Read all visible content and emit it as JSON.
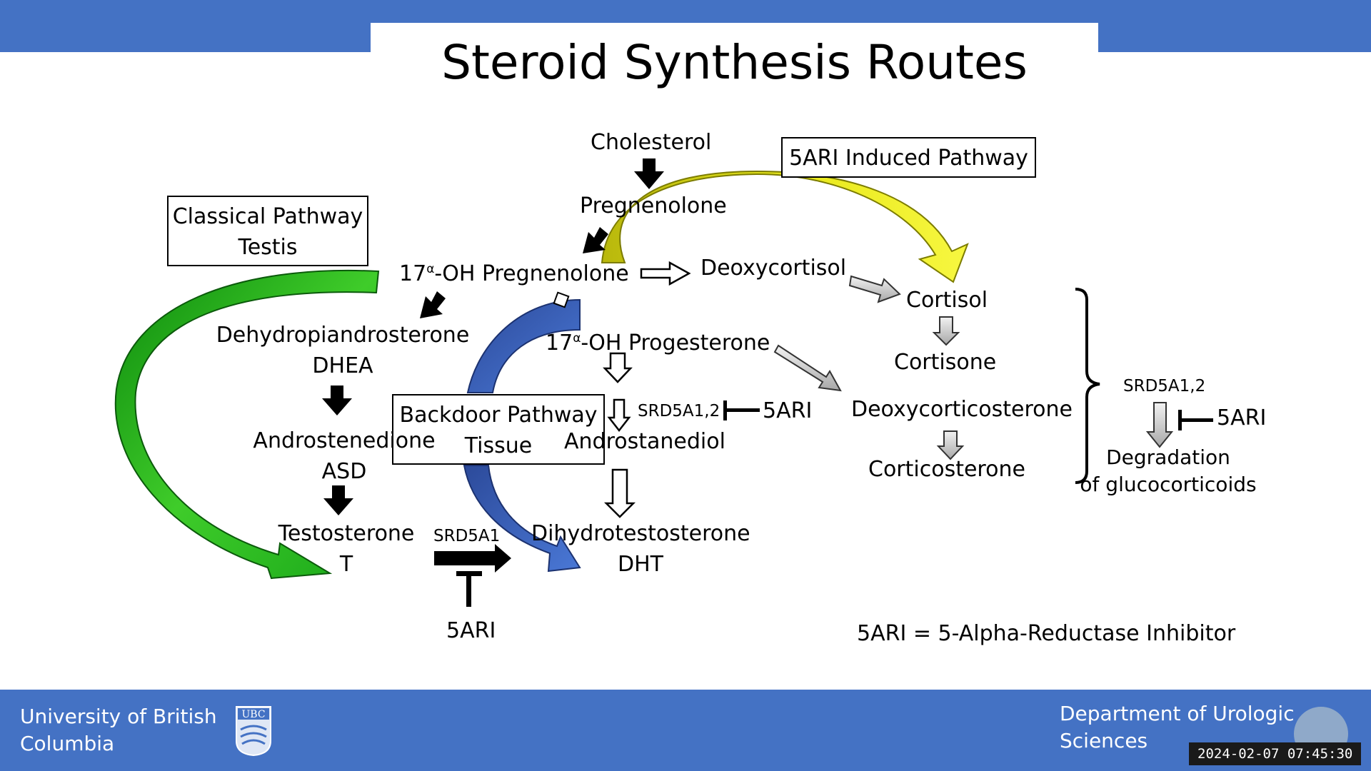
{
  "title": "Steroid Synthesis Routes",
  "boxes": {
    "classical_line1": "Classical Pathway",
    "classical_line2": "Testis",
    "backdoor_line1": "Backdoor Pathway",
    "backdoor_line2": "Tissue",
    "fiveari_induced": "5ARI Induced Pathway"
  },
  "compounds": {
    "cholesterol": "Cholesterol",
    "pregnenolone": "Pregnenolone",
    "oh17_pregnenolone_prefix": "17",
    "oh17_alpha": "α",
    "oh17_pregnenolone_suffix": "-OH Pregnenolone",
    "deoxycortisol": "Deoxycortisol",
    "cortisol": "Cortisol",
    "cortisone": "Cortisone",
    "dhea_line1": "Dehydropiandrosterone",
    "dhea_line2": "DHEA",
    "oh17_progesterone_suffix": "-OH Progesterone",
    "androstenedione_line1": "Androstenedione",
    "androstenedione_line2": "ASD",
    "androstanediol": "Androstanediol",
    "deoxycorticosterone": "Deoxycorticosterone",
    "corticosterone": "Corticosterone",
    "testosterone_line1": "Testosterone",
    "testosterone_line2": "T",
    "dht_line1": "Dihydrotestosterone",
    "dht_line2": "DHT"
  },
  "enzymes": {
    "srd5a12_mid": "SRD5A1,2",
    "fiveari_mid": "5ARI",
    "srd5a1_bottom": "SRD5A1",
    "fiveari_bottom": "5ARI",
    "srd5a12_right": "SRD5A1,2",
    "fiveari_right": "5ARI",
    "degradation_line1": "Degradation",
    "degradation_line2": "of glucocorticoids"
  },
  "legend": "5ARI = 5-Alpha-Reductase Inhibitor",
  "footer": {
    "left_line1": "University of British",
    "left_line2": "Columbia",
    "logo_text": "UBC",
    "right_line1": "Department of Urologic",
    "right_line2": "Sciences",
    "timestamp": "2024-02-07  07:45:30"
  },
  "colors": {
    "bar": "#4472c4",
    "classical": "#22b522",
    "backdoor": "#3a62b8",
    "induced": "#e8e820"
  }
}
